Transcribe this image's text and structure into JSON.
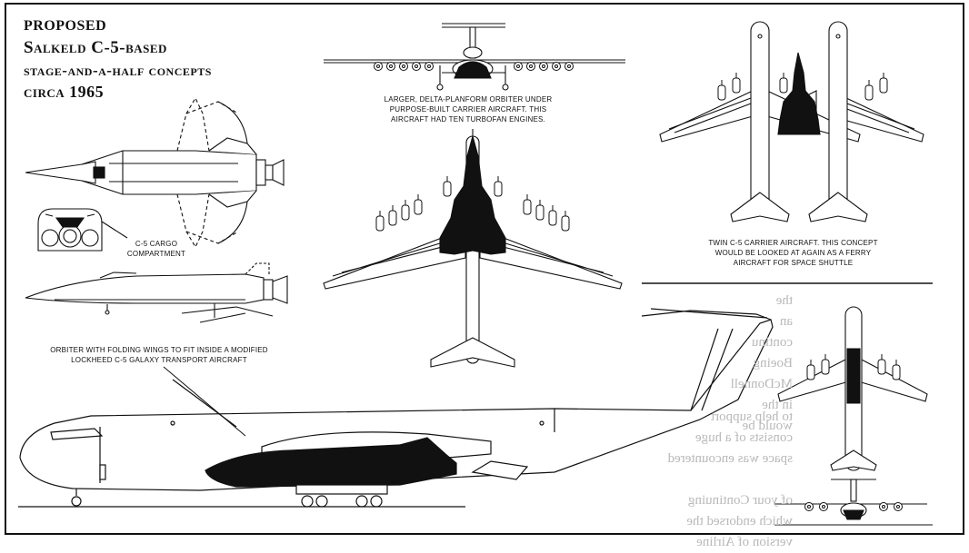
{
  "title": {
    "line1": "PROPOSED",
    "line2": "Salkeld C-5-based",
    "line3": "stage-and-a-half concepts",
    "line4": "circa 1965"
  },
  "captions": {
    "orbiter_folding_wings": "ORBITER WITH FOLDING WINGS TO FIT INSIDE A MODIFIED\nLOCKHEED C-5 GALAXY TRANSPORT AIRCRAFT",
    "cargo_compartment": "C-5 CARGO\nCOMPARTMENT",
    "delta_planform": "LARGER, DELTA-PLANFORM ORBITER UNDER\nPURPOSE-BUILT CARRIER AIRCRAFT. THIS\nAIRCRAFT HAD TEN TURBOFAN ENGINES.",
    "twin_carrier": "TWIN C-5 CARRIER AIRCRAFT. THIS CONCEPT\nWOULD BE LOOKED AT AGAIN AS A FERRY\nAIRCRAFT FOR SPACE SHUTTLE"
  },
  "bleed_through": {
    "block1": "the\nan\ncontinu\nBoeing\nMcDonnell\nin the\nwould be",
    "block2": "to help support\nconsists of a huge\nspace was encountered\n\nof your Continuing\nwhich endorsed the\nversion of Airline"
  },
  "colors": {
    "ink": "#111111",
    "paper": "#ffffff",
    "bleed": "#b9b9b9"
  }
}
